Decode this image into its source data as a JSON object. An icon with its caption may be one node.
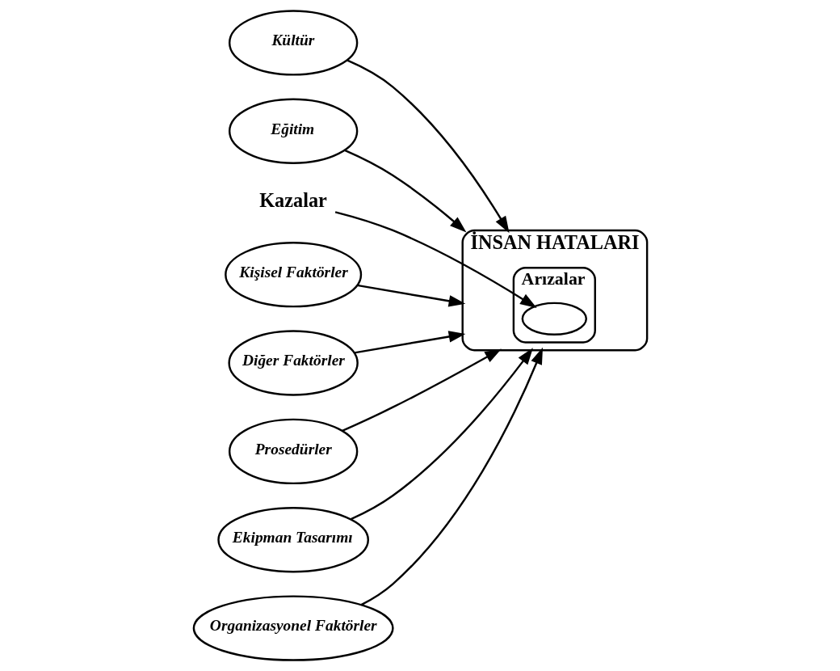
{
  "diagram": {
    "nodes": [
      {
        "text": [
          "Kültür"
        ]
      },
      {
        "text": [
          "Eğitim"
        ]
      },
      {
        "text": [
          "Kazalar"
        ]
      },
      {
        "text": [
          "İNSAN HATALARI"
        ]
      },
      {
        "text": [
          "Arızalar"
        ],
        "in": 3
      },
      {
        "text": [],
        "shape": "circle",
        "in": 4
      },
      {
        "text": [
          "Kişisel Faktörler"
        ]
      },
      {
        "text": [
          "Diğer Faktörler"
        ]
      },
      {
        "text": [
          "Prosedürler"
        ]
      },
      {
        "text": [
          "Ekipman Tasarımı"
        ]
      },
      {
        "text": [
          "Organizasyonel Faktörler"
        ]
      }
    ],
    "edges": [
      {
        "from": 0,
        "to": 3,
        "arrow": "to"
      },
      {
        "from": 1,
        "to": 3,
        "arrow": "to"
      },
      {
        "from": 2,
        "to": 5,
        "arrow": "to"
      },
      {
        "from": 6,
        "to": 3,
        "arrow": "to"
      },
      {
        "from": 7,
        "to": 3,
        "arrow": "to"
      },
      {
        "from": 8,
        "to": 3,
        "arrow": "to"
      },
      {
        "from": 9,
        "to": 3,
        "arrow": "to"
      },
      {
        "from": 10,
        "to": 3,
        "arrow": "to"
      }
    ]
  }
}
